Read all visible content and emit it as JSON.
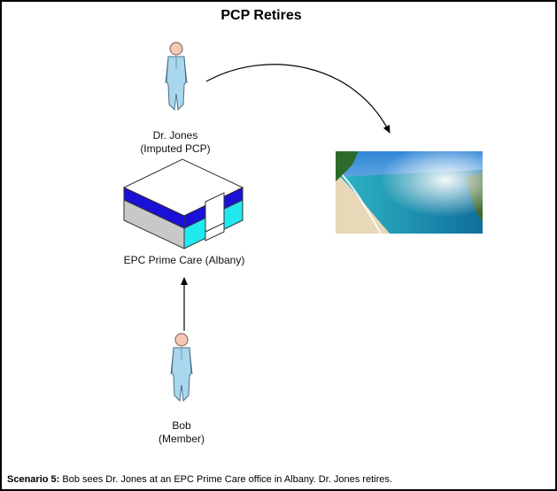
{
  "title": "PCP Retires",
  "nodes": {
    "doctor": {
      "name": "Dr. Jones",
      "role": "(Imputed PCP)"
    },
    "office": {
      "name": "EPC Prime Care (Albany)"
    },
    "member": {
      "name": "Bob",
      "role": "(Member)"
    }
  },
  "caption": {
    "label": "Scenario 5:",
    "text": " Bob sees Dr. Jones at an EPC Prime Care office in Albany. Dr. Jones retires."
  },
  "colors": {
    "person_body": "#a9d8ee",
    "person_outline": "#4a6f86",
    "building_blue": "#1a10d8",
    "building_cyan": "#22e8f0",
    "building_gray": "#c8c8c8"
  }
}
